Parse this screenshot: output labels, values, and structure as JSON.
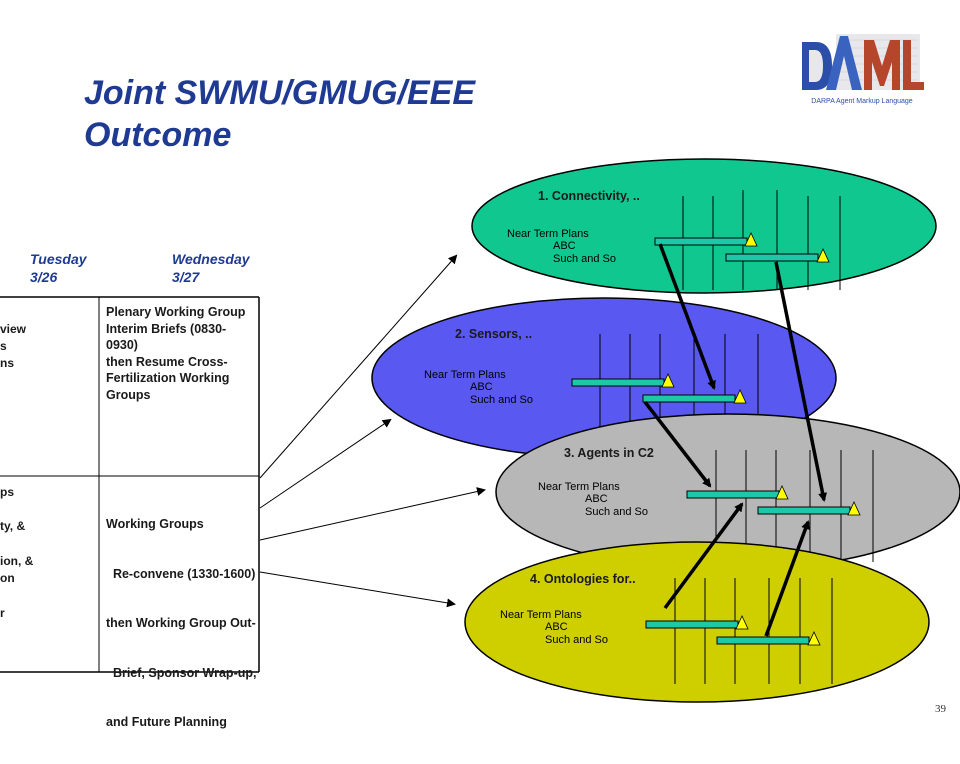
{
  "slide": {
    "title_line1": "Joint SWMU/GMUG/EEE",
    "title_line2": "Outcome",
    "page_number": "39"
  },
  "logo": {
    "text": "DAML",
    "subtitle": "DARPA Agent Markup Language",
    "colors": {
      "d": "#2b4fa8",
      "a": "#3a63c0",
      "ml": "#b5452b"
    }
  },
  "schedule": {
    "days": [
      {
        "name": "Tuesday",
        "date": "3/26"
      },
      {
        "name": "Wednesday",
        "date": "3/27"
      }
    ],
    "left_fragments_top": [
      "view",
      "s",
      "ns"
    ],
    "left_fragments_bottom": [
      "ps",
      "",
      "ty, &",
      "",
      "ion, &",
      "on",
      "",
      "r"
    ],
    "wednesday_top": [
      "Plenary Working Group",
      "Interim Briefs (0830-0930)",
      "then Resume Cross-",
      "Fertilization Working",
      "Groups"
    ],
    "wednesday_bottom": [
      "Working Groups",
      "  Re-convene (1330-1600)",
      "then Working Group Out-",
      "  Brief, Sponsor Wrap-up,",
      "and Future Planning"
    ]
  },
  "ellipses": [
    {
      "title": "1. Connectivity, ..",
      "color": "#11c790",
      "plans": [
        "Near Term Plans",
        "ABC",
        "Such and So"
      ]
    },
    {
      "title": "2. Sensors, ..",
      "color": "#5959f2",
      "plans": [
        "Near Term Plans",
        "ABC",
        "Such and So"
      ]
    },
    {
      "title": "3. Agents in C2",
      "color": "#b7b7b7",
      "plans": [
        "Near Term Plans",
        "ABC",
        "Such and So"
      ]
    },
    {
      "title": "4. Ontologies for..",
      "color": "#cfcf00",
      "plans": [
        "Near Term Plans",
        "ABC",
        "Such and So"
      ]
    }
  ],
  "colors": {
    "title": "#1f3a93",
    "gantt_bar": "#1ec7a8",
    "milestone": "#ffff00"
  }
}
